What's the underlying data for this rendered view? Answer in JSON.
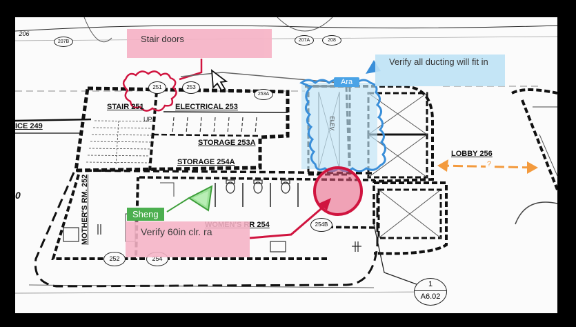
{
  "annotations": {
    "stair_doors": "Stair doors",
    "verify_ducting": "Verify all ducting will fit in",
    "ara_tag": "Ara",
    "sheng_tag": "Sheng",
    "verify_clearance": "Verify 60in clr. ra",
    "question_mark": "?"
  },
  "rooms": {
    "stair": "STAIR  251",
    "electrical": "ELECTRICAL  253",
    "storage_253a": "STORAGE  253A",
    "storage_254a": "STORAGE  254A",
    "lobby": "LOBBY  256",
    "womens_rr": "WOMEN'S RR  254",
    "mothers_rm": "MOTHER'S RM.  252",
    "office": "ICE  249",
    "up": "UP",
    "elevator": "ELEV."
  },
  "door_tags": {
    "d206": "206",
    "d207b": "207B",
    "d207a": "207A",
    "d208": "208",
    "d251": "251",
    "d253": "253",
    "d253a": "253A",
    "d254b": "254B",
    "d252": "252",
    "d254": "254"
  },
  "section_marker": {
    "number": "1",
    "sheet": "A6.02"
  },
  "left_edge_number": "0",
  "colors": {
    "pink_note": "#f6b3c6",
    "blue_note": "#bfe3f6",
    "green_tag": "#4caf50",
    "red_markup": "#d0143f",
    "blue_markup": "#3a8fd9",
    "orange_arrow": "#f39a3d"
  }
}
